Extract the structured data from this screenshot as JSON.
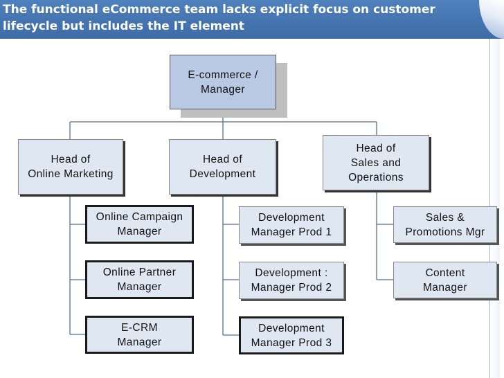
{
  "slide": {
    "title_line1": "The functional eCommerce team lacks explicit focus on customer",
    "title_line2": "lifecycle but includes the IT element"
  },
  "org": {
    "top": {
      "line1": "E-commerce /",
      "line2": "Manager"
    },
    "heads": [
      {
        "line1": "Head of",
        "line2": "Online Marketing"
      },
      {
        "line1": "Head of",
        "line2": "Development"
      },
      {
        "line1": "Head of",
        "line2": "Sales and",
        "line3": "Operations"
      }
    ],
    "marketing_reports": [
      {
        "line1": "Online Campaign",
        "line2": "Manager"
      },
      {
        "line1": "Online Partner",
        "line2": "Manager"
      },
      {
        "line1": "E-CRM",
        "line2": "Manager"
      }
    ],
    "development_reports": [
      {
        "line1": "Development",
        "line2": "Manager Prod  1"
      },
      {
        "line1": "Development  :",
        "line2": "Manager Prod  2"
      },
      {
        "line1": "Development",
        "line2": "Manager Prod  3"
      }
    ],
    "sales_reports": [
      {
        "line1": "Sales &",
        "line2": "Promotions Mgr"
      },
      {
        "line1": "Content",
        "line2": "Manager"
      }
    ]
  },
  "colors": {
    "title_bar": "#4f81bd",
    "box_fill": "#dfe7f3",
    "boss_fill": "#b9c9e3",
    "connector": "#4f6f9f"
  }
}
